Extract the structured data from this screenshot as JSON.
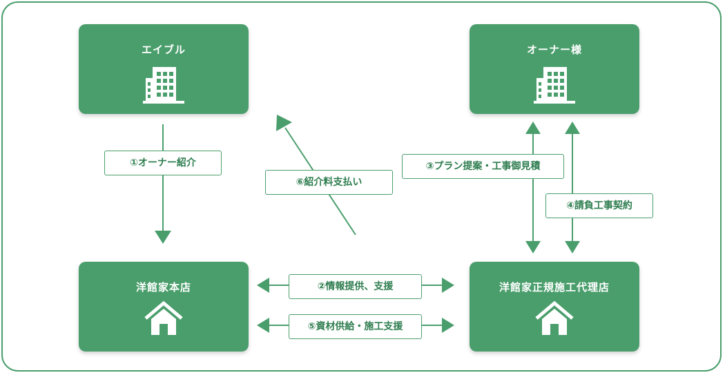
{
  "nodes": {
    "able": {
      "title": "エイブル",
      "icon": "building-icon"
    },
    "owner": {
      "title": "オーナー様",
      "icon": "building-icon"
    },
    "head_office": {
      "title": "洋館家本店",
      "icon": "house-icon"
    },
    "dealer": {
      "title": "洋館家正規施工代理店",
      "icon": "house-icon"
    }
  },
  "flows": {
    "f1": "①オーナー紹介",
    "f2": "②情報提供、支援",
    "f3": "③プラン提案・工事御見積",
    "f4": "④請負工事契約",
    "f5": "⑤資材供給・施工支援",
    "f6": "⑥紹介料支払い"
  },
  "colors": {
    "primary": "#4a9e6c",
    "text": "#2e7d4f",
    "background": "#ffffff"
  }
}
